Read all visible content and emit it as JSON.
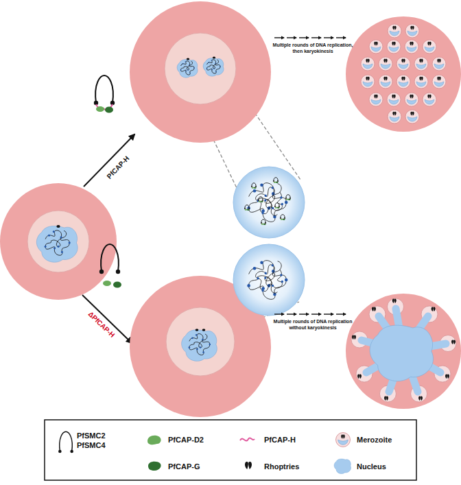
{
  "diagram": {
    "labels": [
      "Multiple rounds of DNA replication, then karyokinesis",
      "PfCAP-H",
      "ΔPfCAP-H",
      "Multiple rounds of DNA replication without karyokinesis"
    ],
    "legend": [
      {
        "text": "PfSMC2 PfSMC4"
      },
      {
        "text": "PfCAP-D2",
        "color": "#6aab5a"
      },
      {
        "text": "PfCAP-H"
      },
      {
        "text": "Merozoite"
      },
      {
        "text": "PfCAP-G",
        "color": "#2f6f30"
      },
      {
        "text": "Rhoptries"
      },
      {
        "text": "Nucleus",
        "color": "#a6cbee"
      }
    ]
  }
}
